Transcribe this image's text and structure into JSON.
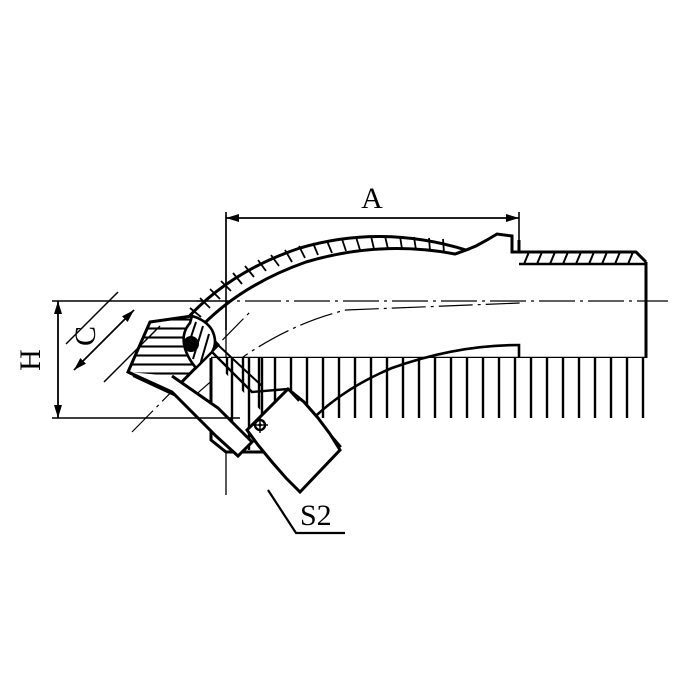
{
  "drawing": {
    "title": "45 Degree Elbow Hydraulic Hose Fitting Technical Drawing",
    "type": "engineering-line-drawing",
    "background_color": "#ffffff",
    "line_color": "#000000",
    "dimensions": {
      "a": {
        "label": "A",
        "description": "overall length from flange face plane to hose barb end",
        "orientation": "horizontal",
        "arrow_style": "double-ended-filled"
      },
      "h": {
        "label": "H",
        "description": "hex across corners / seat height",
        "orientation": "vertical",
        "text_rotation": -90,
        "arrow_style": "double-ended-filled"
      },
      "c": {
        "label": "C",
        "description": "seat face thickness measured at 45 degrees",
        "orientation": "diagonal-45",
        "text_rotation": -90,
        "arrow_style": "double-ended-filled"
      },
      "s2": {
        "label": "S2",
        "description": "hex wrench flat size across the nut",
        "orientation": "leader",
        "arrow_style": "leader-underline"
      }
    },
    "features": {
      "seat_hatching": "section hatch lines on 45 degree seat face",
      "elbow_band": "curved crimp collar with cross hatch serrations",
      "hose_barb": "serrated hose insert with vertical ribs",
      "center_line": "dash-dot axis through barb and elbow",
      "weld_mark": "small circular symbol on elbow body"
    }
  }
}
